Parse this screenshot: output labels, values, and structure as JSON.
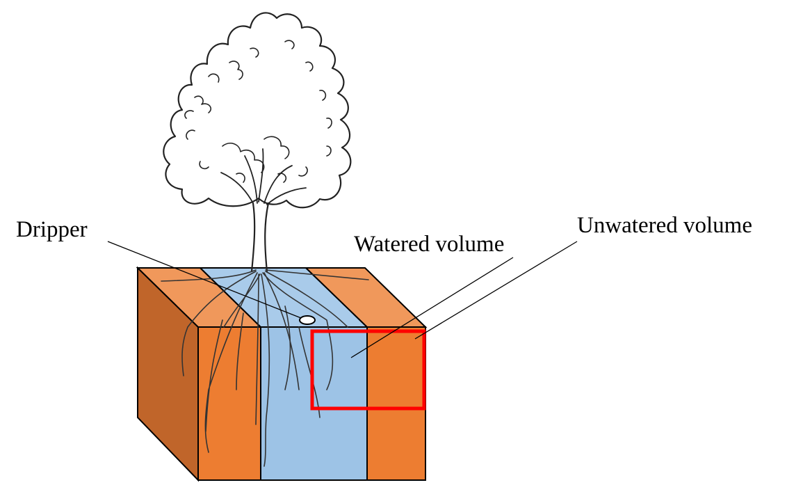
{
  "labels": {
    "dripper": "Dripper",
    "watered_volume": "Watered volume",
    "unwatered_volume": "Unwatered volume"
  },
  "colors": {
    "soil_front": "#ED7D31",
    "soil_top": "#F0985B",
    "soil_side": "#C0652A",
    "water_front": "#9DC3E6",
    "water_top": "#A9CBEA",
    "highlight": "#FF0000",
    "line": "#000000"
  }
}
